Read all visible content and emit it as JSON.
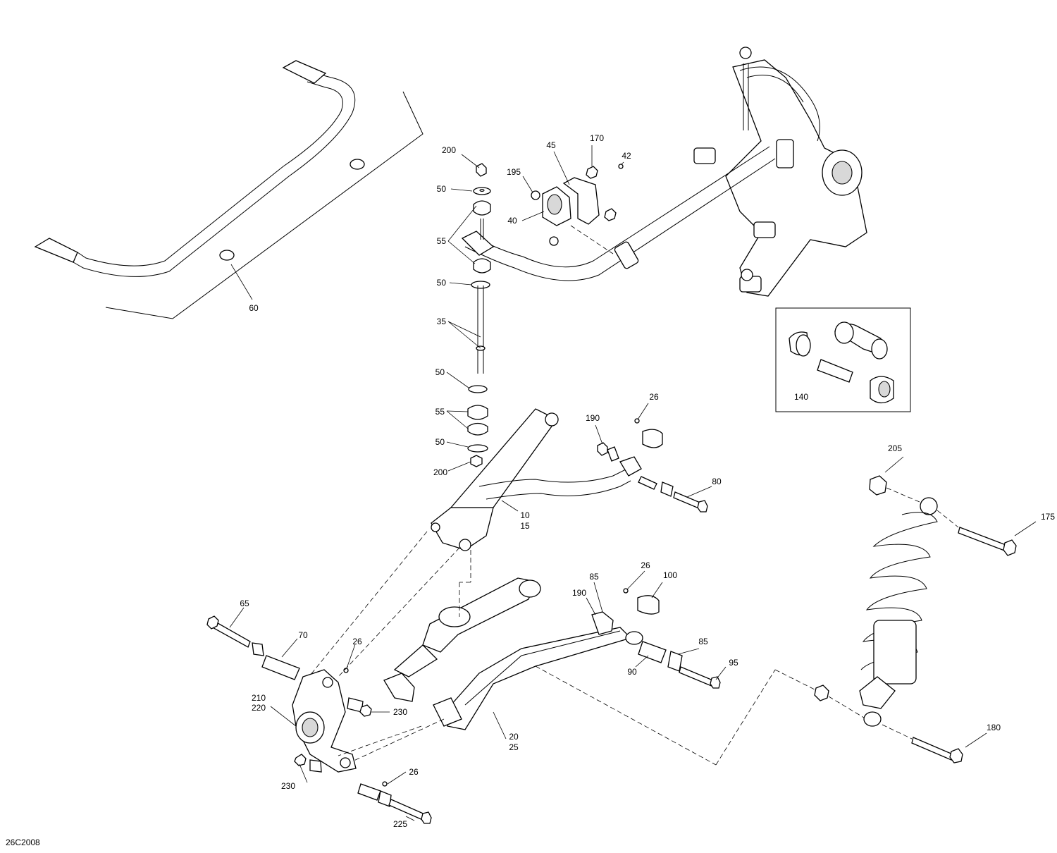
{
  "diagram": {
    "drawing_number": "26C2008",
    "callouts": {
      "c10_15": "10\n15",
      "c20_25": "20\n25",
      "c26_a": "26",
      "c26_b": "26",
      "c26_c": "26",
      "c26_d": "26",
      "c35": "35",
      "c40": "40",
      "c42": "42",
      "c45": "45",
      "c50_a": "50",
      "c50_b": "50",
      "c50_c": "50",
      "c50_d": "50",
      "c55_a": "55",
      "c55_b": "55",
      "c60": "60",
      "c65": "65",
      "c70": "70",
      "c80": "80",
      "c85_a": "85",
      "c85_b": "85",
      "c90": "90",
      "c95": "95",
      "c100": "100",
      "c140": "140",
      "c170": "170",
      "c175": "175",
      "c180": "180",
      "c190_a": "190",
      "c190_b": "190",
      "c195": "195",
      "c200_a": "200",
      "c200_b": "200",
      "c205": "205",
      "c210_220": "210\n220",
      "c225": "225",
      "c230_a": "230",
      "c230_b": "230"
    }
  }
}
